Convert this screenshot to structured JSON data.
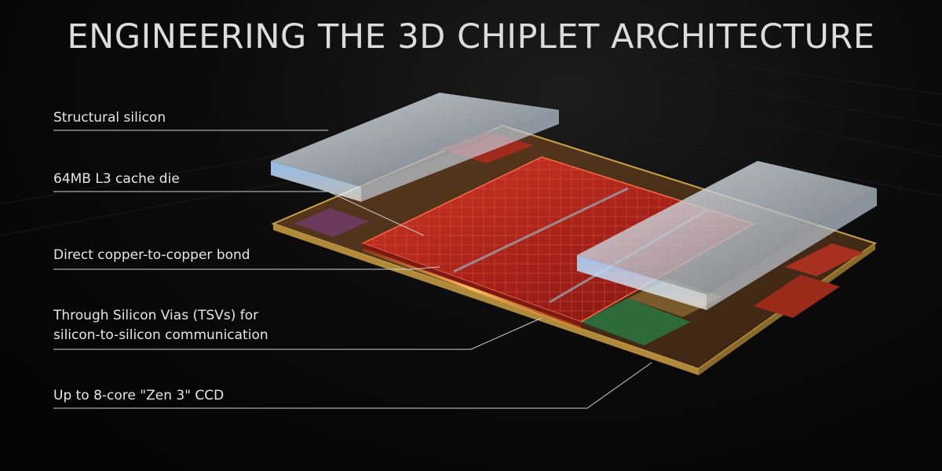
{
  "title": "ENGINEERING THE 3D CHIPLET ARCHITECTURE",
  "labels": {
    "structural_silicon": "Structural silicon",
    "l3_cache": "64MB L3 cache die",
    "copper_bond": "Direct copper-to-copper bond",
    "tsv_line1": "Through Silicon Vias (TSVs) for",
    "tsv_line2": "silicon-to-silicon communication",
    "ccd": "Up to 8-core \"Zen 3\" CCD"
  },
  "colors": {
    "background": "#050505",
    "cache_die": "#b8281c",
    "cache_grid": "#e0523a",
    "substrate": "#8a6a2a",
    "glass": "#c9d3dc",
    "glow": "#ffb04a",
    "leader_line": "#cfcfcf"
  }
}
